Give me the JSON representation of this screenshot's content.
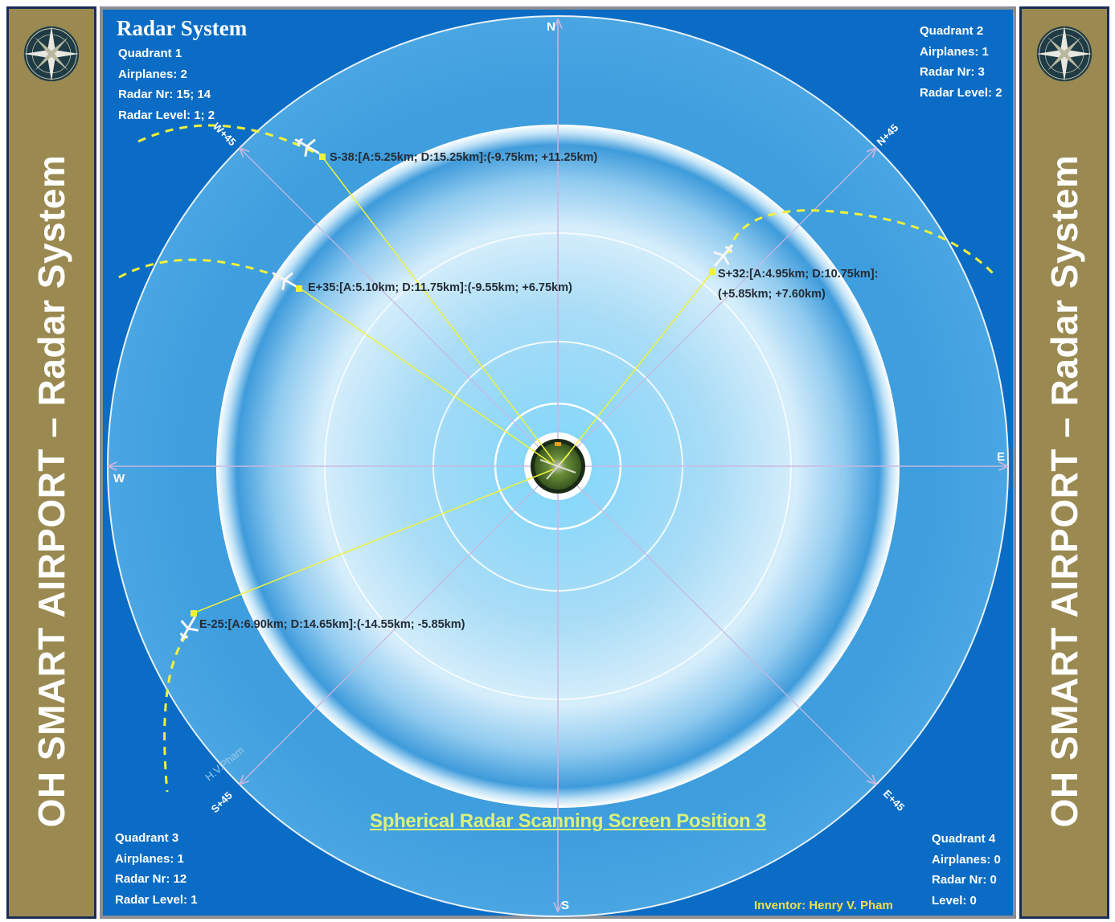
{
  "side_title": "OH SMART AIRPORT – Radar System",
  "title": "Radar System",
  "caption": "Spherical Radar Scanning Screen Position 3",
  "inventor": "Inventor: Henry V. Pham",
  "watermark": "H.V.Pham",
  "compass": {
    "N": "N",
    "S": "S",
    "E": "E",
    "W": "W",
    "NE": "N+45",
    "NW": "W+45",
    "SE": "E+45",
    "SW": "S+45"
  },
  "quadrants": {
    "q1": {
      "name": "Quadrant 1",
      "airplanes": "Airplanes: 2",
      "radar_nr": "Radar Nr: 15; 14",
      "level": "Radar Level: 1; 2"
    },
    "q2": {
      "name": "Quadrant 2",
      "airplanes": "Airplanes: 1",
      "radar_nr": "Radar Nr: 3",
      "level": "Radar Level: 2"
    },
    "q3": {
      "name": "Quadrant 3",
      "airplanes": "Airplanes: 1",
      "radar_nr": "Radar Nr: 12",
      "level": "Radar Level: 1"
    },
    "q4": {
      "name": "Quadrant 4",
      "airplanes": "Airplanes: 0",
      "radar_nr": "Radar Nr: 0",
      "level": "Level: 0"
    }
  },
  "planes": {
    "s38": "S-38:[A:5.25km; D:15.25km]:(-9.75km; +11.25km)",
    "e35": "E+35:[A:5.10km; D:11.75km]:(-9.55km; +6.75km)",
    "s32_line1": "S+32:[A:4.95km; D:10.75km]:",
    "s32_line2": "(+5.85km; +7.60km)",
    "e25": "E-25:[A:6.90km; D:14.65km]:(-14.55km; -5.85km)"
  },
  "colors": {
    "frame": "#9a8a52",
    "screen": "#0a6cc4",
    "track": "#f2f23a",
    "caption": "#d9f27a"
  }
}
